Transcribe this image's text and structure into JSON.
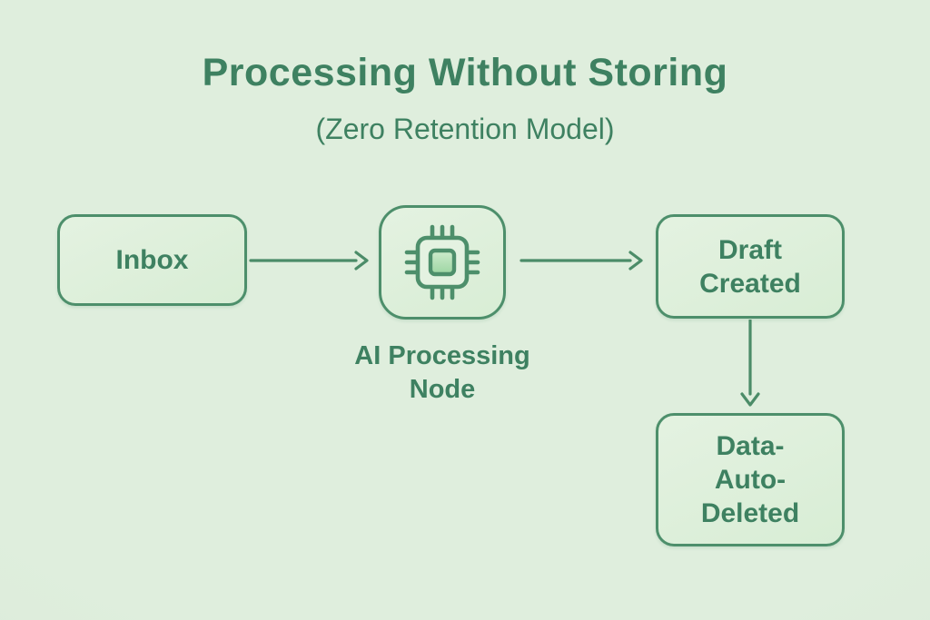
{
  "title": "Processing Without Storing",
  "subtitle": "(Zero Retention Model)",
  "nodes": {
    "inbox": {
      "label": "Inbox"
    },
    "ai": {
      "icon": "chip-icon",
      "caption_line1": "AI Processing",
      "caption_line2": "Node"
    },
    "draft": {
      "line1": "Draft",
      "line2": "Created"
    },
    "deleted": {
      "line1": "Data-",
      "line2": "Auto-",
      "line3": "Deleted"
    }
  },
  "edges": [
    {
      "from": "Inbox",
      "to": "AI Processing Node",
      "direction": "right",
      "style": "open-chevron-arrow"
    },
    {
      "from": "AI Processing Node",
      "to": "Draft Created",
      "direction": "right",
      "style": "open-chevron-arrow"
    },
    {
      "from": "Draft Created",
      "to": "Data-Auto-Deleted",
      "direction": "down",
      "style": "open-chevron-arrow"
    }
  ],
  "colors": {
    "background": "#dfeedd",
    "background_edge": "#d6e7d6",
    "node_fill_light": "#e4f2e1",
    "node_fill": "#d8edd5",
    "node_border": "#4d8f6b",
    "text": "#3e8161",
    "arrow": "#4b8c68",
    "chip_core_light": "#cfeccd",
    "chip_core_dark": "#9cd5a2"
  }
}
